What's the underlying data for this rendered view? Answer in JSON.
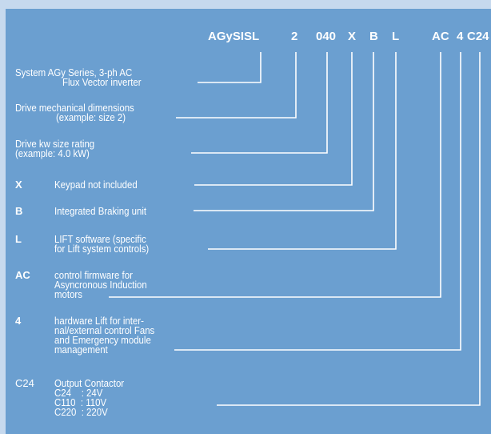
{
  "code": {
    "prefix": "AGySISL",
    "size": "2",
    "rating": "040",
    "keypad": "X",
    "braking": "B",
    "software": "L",
    "firmware": "AC",
    "hardware": "4",
    "contactor": "C24"
  },
  "items": [
    {
      "key": "",
      "lines": [
        "System AGy Series, 3-ph AC",
        "Flux Vector inverter"
      ]
    },
    {
      "key": "",
      "lines": [
        "Drive mechanical dimensions",
        "(example: size 2)"
      ]
    },
    {
      "key": "",
      "lines": [
        "Drive kw size rating",
        "(example: 4.0 kW)"
      ]
    },
    {
      "key": "X",
      "lines": [
        "Keypad not included"
      ]
    },
    {
      "key": "B",
      "lines": [
        "Integrated Braking unit"
      ]
    },
    {
      "key": "L",
      "lines": [
        "LIFT software (specific",
        "for Lift system controls)"
      ]
    },
    {
      "key": "AC",
      "lines": [
        "control firmware for",
        "Asyncronous Induction",
        "motors"
      ]
    },
    {
      "key": "4",
      "lines": [
        "hardware Lift for inter-",
        "nal/external control Fans",
        "and Emergency module",
        "management"
      ]
    },
    {
      "key": "C24",
      "lines": [
        "Output Contactor",
        "C24    : 24V",
        "C110  : 110V",
        "C220  : 220V"
      ]
    }
  ],
  "colors": {
    "background": "#6b9fd0",
    "frame": "#c6d9ee",
    "text": "#ffffff"
  }
}
